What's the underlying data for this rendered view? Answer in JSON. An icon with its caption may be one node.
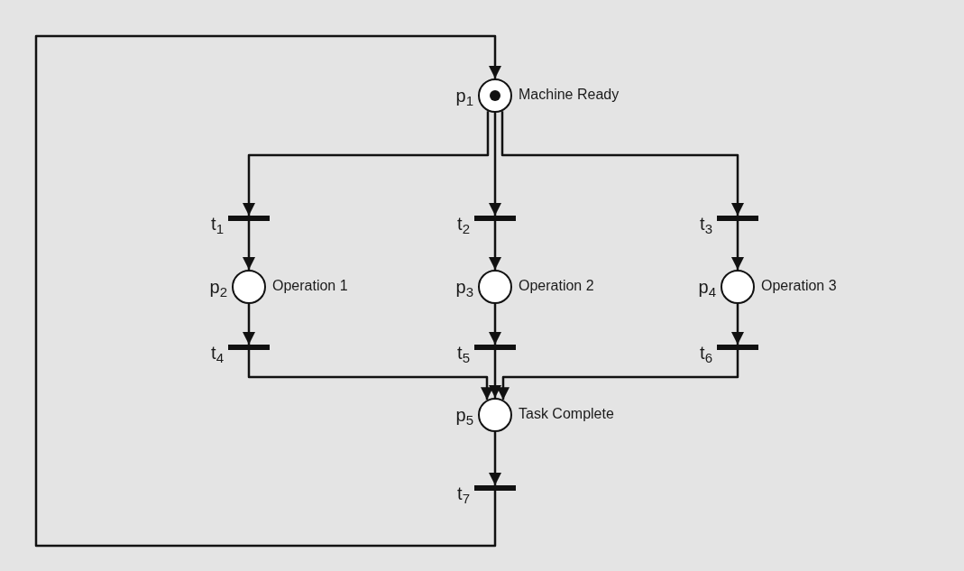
{
  "diagram": {
    "nodes": [
      {
        "text": [],
        "shape": "circle",
        "beside": [
          "p$_{1}$",
          "Machine Ready"
        ]
      },
      {
        "text": [],
        "shape": "circle",
        "in": 0
      },
      {
        "text": [],
        "shape": "bar",
        "beside": [
          "t$_{1}$"
        ]
      },
      {
        "text": [],
        "shape": "bar",
        "beside": [
          "t$_{2}$"
        ]
      },
      {
        "text": [],
        "shape": "bar",
        "beside": [
          "t$_{3}$"
        ]
      },
      {
        "text": [],
        "shape": "circle",
        "beside": [
          "p$_{2}$",
          "Operation 1"
        ]
      },
      {
        "text": [],
        "shape": "circle",
        "beside": [
          "p$_{3}$",
          "Operation 2"
        ]
      },
      {
        "text": [],
        "shape": "circle",
        "beside": [
          "p$_{4}$",
          "Operation 3"
        ]
      },
      {
        "text": [],
        "shape": "bar",
        "beside": [
          "t$_{4}$"
        ]
      },
      {
        "text": [],
        "shape": "bar",
        "beside": [
          "t$_{5}$"
        ]
      },
      {
        "text": [],
        "shape": "bar",
        "beside": [
          "t$_{6}$"
        ]
      },
      {
        "text": [],
        "shape": "circle",
        "beside": [
          "p$_{5}$",
          "Task Complete"
        ]
      },
      {
        "text": [],
        "shape": "bar",
        "beside": [
          "t$_{7}$"
        ]
      }
    ],
    "edges": [
      {
        "from": 0,
        "to": 2,
        "arrow": "to"
      },
      {
        "from": 0,
        "to": 3,
        "arrow": "to"
      },
      {
        "from": 0,
        "to": 4,
        "arrow": "to"
      },
      {
        "from": 2,
        "to": 5,
        "arrow": "to"
      },
      {
        "from": 3,
        "to": 6,
        "arrow": "to"
      },
      {
        "from": 4,
        "to": 7,
        "arrow": "to"
      },
      {
        "from": 5,
        "to": 8,
        "arrow": "to"
      },
      {
        "from": 6,
        "to": 9,
        "arrow": "to"
      },
      {
        "from": 7,
        "to": 10,
        "arrow": "to"
      },
      {
        "from": 8,
        "to": 11,
        "arrow": "to"
      },
      {
        "from": 9,
        "to": 11,
        "arrow": "to"
      },
      {
        "from": 10,
        "to": 11,
        "arrow": "to"
      },
      {
        "from": 11,
        "to": 12,
        "arrow": "to"
      },
      {
        "from": 12,
        "to": 0,
        "arrow": "to"
      }
    ]
  }
}
